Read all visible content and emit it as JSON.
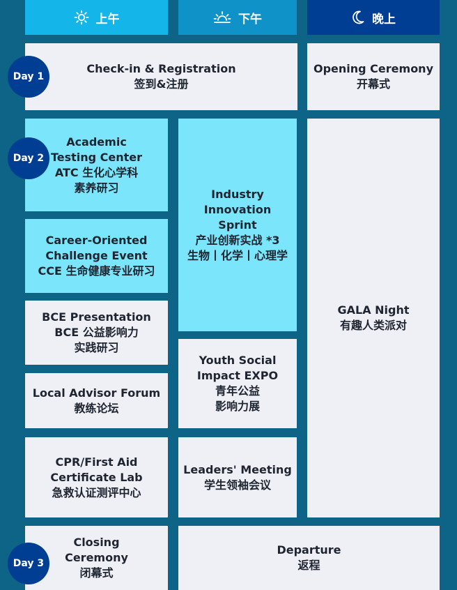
{
  "header": {
    "morning": "上午",
    "afternoon": "下午",
    "evening": "晚上",
    "morning_icon": "sun-icon",
    "afternoon_icon": "sunset-icon",
    "evening_icon": "moon-icon"
  },
  "days": {
    "day1": "Day 1",
    "day2": "Day 2",
    "day3": "Day 3"
  },
  "sessions": {
    "checkin": {
      "en": "Check-in & Registration",
      "zh": "签到&注册"
    },
    "opening": {
      "en": "Opening Ceremony",
      "zh": "开幕式"
    },
    "academic": {
      "en1": "Academic",
      "en2": "Testing Center",
      "zh1": "ATC 生化心学科",
      "zh2": "素养研习"
    },
    "industry": {
      "en1": "Industry",
      "en2": "Innovation",
      "en3": "Sprint",
      "zh1": "产业创新实战 *3",
      "zh2": "生物丨化学丨心理学"
    },
    "career": {
      "en1": "Career-Oriented",
      "en2": "Challenge Event",
      "zh": "CCE 生命健康专业研习"
    },
    "bce": {
      "en": "BCE Presentation",
      "zh1": "BCE 公益影响力",
      "zh2": "实践研习"
    },
    "gala": {
      "en": "GALA Night",
      "zh": "有趣人类派对"
    },
    "youth": {
      "en1": "Youth Social",
      "en2": "Impact EXPO",
      "zh1": "青年公益",
      "zh2": "影响力展"
    },
    "advisor": {
      "en": "Local Advisor Forum",
      "zh": "教练论坛"
    },
    "cpr": {
      "en1": "CPR/First Aid",
      "en2": "Certificate Lab",
      "zh": "急救认证测评中心"
    },
    "leaders": {
      "en": "Leaders' Meeting",
      "zh": "学生领袖会议"
    },
    "closing": {
      "en1": "Closing",
      "en2": "Ceremony",
      "zh": "闭幕式"
    },
    "departure": {
      "en": "Departure",
      "zh": "返程"
    }
  },
  "colors": {
    "background": "#0d6486",
    "header_morning": "#14b6ea",
    "header_afternoon": "#0f92c7",
    "header_evening": "#003e93",
    "card_light": "#eef0f6",
    "card_cyan": "#7be6fb",
    "day_badge": "#003e93"
  }
}
